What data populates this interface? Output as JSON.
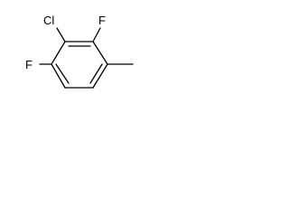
{
  "molecule": {
    "atoms": {
      "chlorine": "Cl",
      "fluorine_top": "F",
      "fluorine_left": "F"
    },
    "colors": {
      "bond": "#000000",
      "label": "#000000",
      "background": "#ffffff"
    }
  }
}
